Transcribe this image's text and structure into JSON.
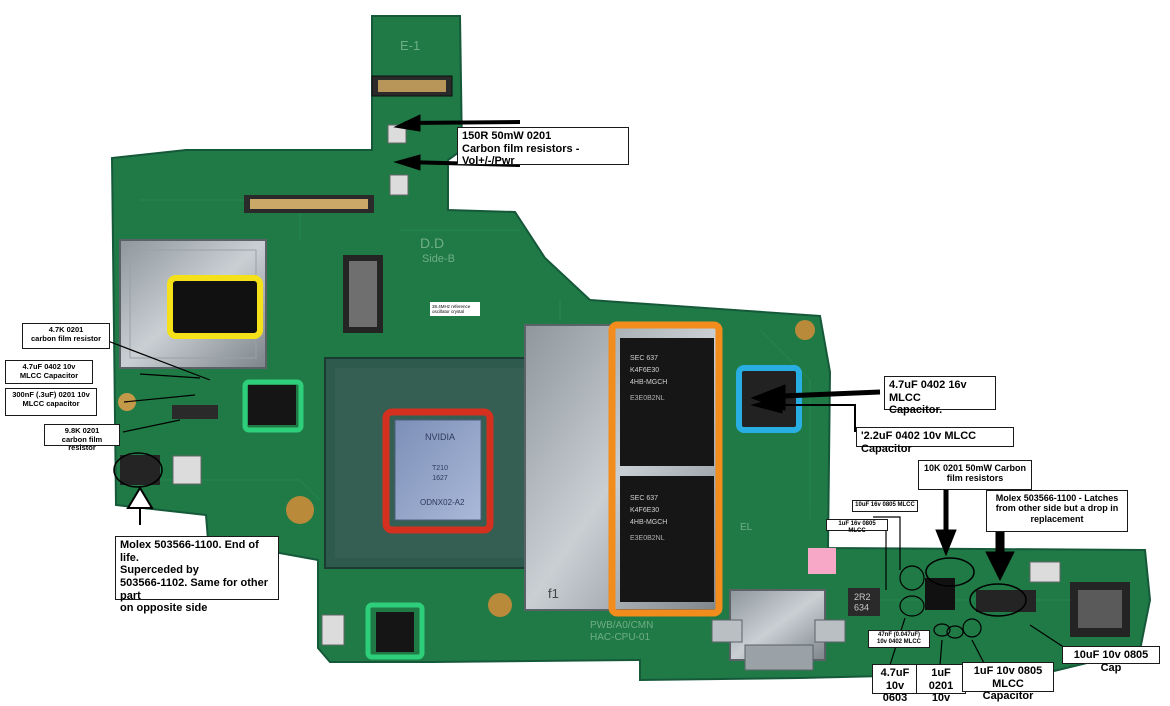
{
  "board": {
    "silkscreen": {
      "e1": "E-1",
      "side_b": "Side-B",
      "d_top": "D.D",
      "f1": "f1",
      "el": "EL",
      "part_no": "PWB/A0/CMN",
      "cpu_no": "HAC-CPU-01"
    },
    "soc": {
      "brand": "NVIDIA",
      "part": "ODNX02-A2",
      "line2": "T210",
      "line3": "1627"
    },
    "ram_chips": [
      {
        "line1": "SEC 637",
        "line2": "K4F6E30",
        "line3": "4HB-MGCH",
        "side": "E3E0B2NL"
      },
      {
        "line1": "SEC 637",
        "line2": "K4F6E30",
        "line3": "4HB-MGCH",
        "side": "E3E0B2NL"
      }
    ],
    "crystal_note": "38.4MHz reference\noscillator crystal",
    "inductor": "2R2\n634",
    "colors": {
      "pcb": "#1f7a45",
      "yellow_box": "#f5e11a",
      "green_box": "#2ecf7a",
      "red_box": "#d3301f",
      "orange_box": "#f28c1d",
      "blue_box": "#29aee3",
      "pink_pad": "#f7a8c7"
    }
  },
  "labels": {
    "l150r": "150R 50mW 0201\nCarbon film resistors - Vol+/-/Pwr",
    "l47k": "4.7K 0201\ncarbon film resistor",
    "l47uf_left": "4.7uF 0402 10v\nMLCC Capacitor",
    "l300nf": "300nF (.3uF) 0201 10v\nMLCC capacitor",
    "l98k": "9.8K 0201\ncarbon film resistor",
    "lmolex_left": "Molex 503566-1100. End of life.\nSuperceded by\n503566-1102. Same for other part\non opposite side",
    "l47uf_16v": "4.7uF 0402 16v MLCC\nCapacitor.",
    "l22uf": "'2.2uF 0402 10v MLCC Capacitor",
    "l10k": "10K 0201 50mW Carbon\nfilm   resistors",
    "lmolex_right": "Molex 503566-1100 - Latches\nfrom other side but a drop in\nreplacement",
    "l10uf_16v": "10uF 16v 0805 MLCC",
    "l1uf_16v": "1uF 16v 0805 MLCC",
    "l47nf": "47nF (0.047uF)\n10v 0402 MLCC",
    "l47uf_0603": "4.7uF\n10v 0603",
    "l1uf_0201": "1uF 0201\n10v",
    "l1uf_10v": "1uF 10v 0805 MLCC\nCapacitor",
    "l10uf_cap": "10uF 10v 0805 Cap"
  }
}
